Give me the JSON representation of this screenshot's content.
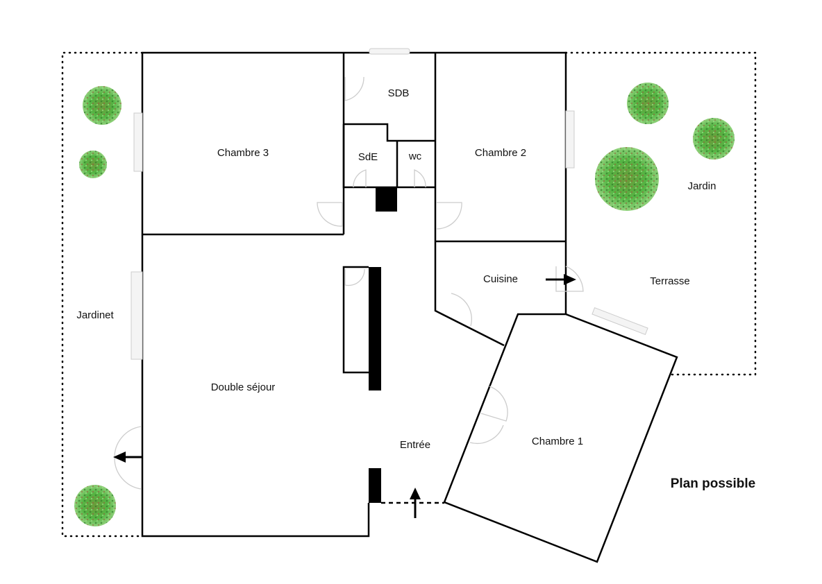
{
  "title": "Plan possible",
  "rooms": {
    "chambre3": "Chambre 3",
    "sdb": "SDB",
    "sde": "SdE",
    "wc": "wc",
    "chambre2": "Chambre 2",
    "jardin": "Jardin",
    "cuisine": "Cuisine",
    "terrasse": "Terrasse",
    "jardinet": "Jardinet",
    "double_sejour": "Double séjour",
    "entree": "Entrée",
    "chambre1": "Chambre 1"
  },
  "colors": {
    "wall": "#000000",
    "tree": "#4caf3a",
    "door": "#cccccc"
  }
}
